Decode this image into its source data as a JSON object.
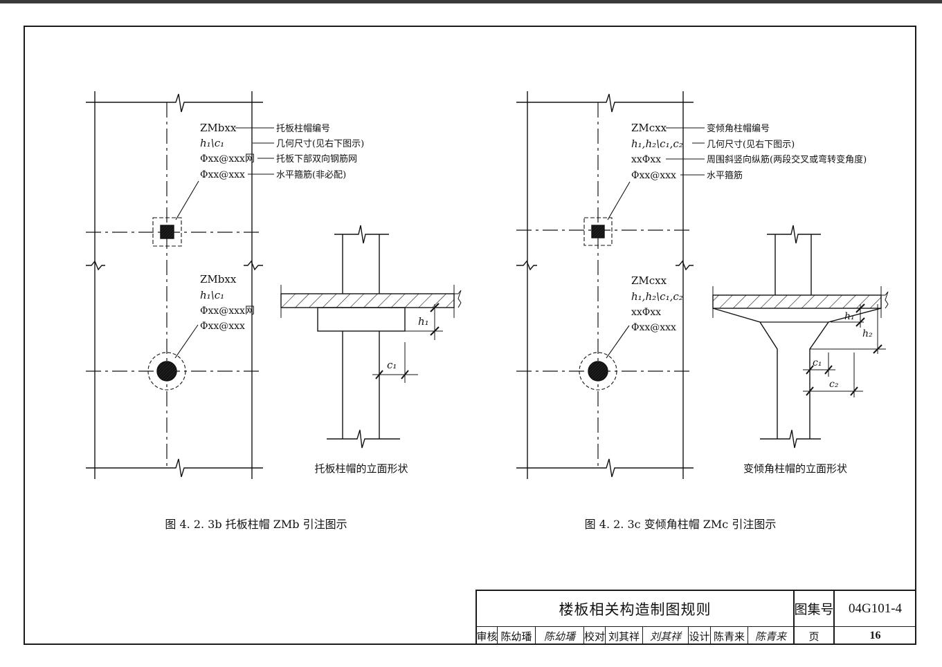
{
  "left_figure": {
    "annotation_top": [
      "ZMbxx",
      "h₁\\c₁",
      "Φxx@xxx网",
      "Φxx@xxx"
    ],
    "annotation_desc": [
      "托板柱帽编号",
      "几何尺寸(见右下图示)",
      "托板下部双向钢筋网",
      "水平箍筋(非必配)"
    ],
    "annotation_lower": [
      "ZMbxx",
      "h₁\\c₁",
      "Φxx@xxx网",
      "Φxx@xxx"
    ],
    "elevation_dims": [
      "h₁",
      "c₁"
    ],
    "elevation_caption": "托板柱帽的立面形状",
    "figure_caption": "图 4. 2. 3b  托板柱帽 ZMb 引注图示"
  },
  "right_figure": {
    "annotation_top": [
      "ZMcxx",
      "h₁,h₂\\c₁,c₂",
      "xxΦxx",
      "Φxx@xxx"
    ],
    "annotation_desc": [
      "变倾角柱帽编号",
      "几何尺寸(见右下图示)",
      "周围斜竖向纵筋(两段交叉或弯转变角度)",
      "水平箍筋"
    ],
    "annotation_lower": [
      "ZMcxx",
      "h₁,h₂\\c₁,c₂",
      "xxΦxx",
      "Φxx@xxx"
    ],
    "elevation_dims": [
      "h₁",
      "h₂",
      "c₁",
      "c₂"
    ],
    "elevation_caption": "变倾角柱帽的立面形状",
    "figure_caption": "图 4. 2. 3c  变倾角柱帽 ZMc 引注图示"
  },
  "title_block": {
    "title": "楼板相关构造制图规则",
    "set_label": "图集号",
    "set_number": "04G101-4",
    "review_label": "审核",
    "review_name": "陈幼璠",
    "review_sig": "陈幼璠",
    "check_label": "校对",
    "check_name": "刘其祥",
    "check_sig": "刘其祥",
    "design_label": "设计",
    "design_name": "陈青来",
    "design_sig": "陈青来",
    "page_label": "页",
    "page_number": "16"
  }
}
